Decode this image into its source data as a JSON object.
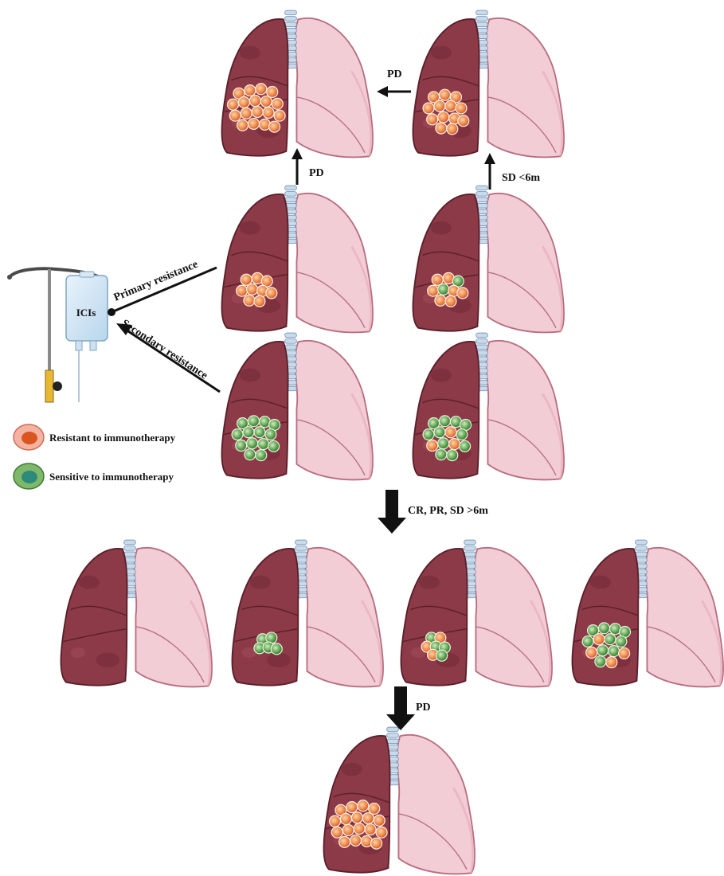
{
  "labels": {
    "pd_top": "PD",
    "pd_left": "PD",
    "sd_short": "SD <6m",
    "response": "CR, PR, SD >6m",
    "pd_bottom": "PD",
    "primary": "Primary resistance",
    "secondary": "Secondary resistance",
    "icis": "ICIs"
  },
  "legend": {
    "resistant": "Resistant to immunotherapy",
    "sensitive": "Sensitive to immunotherapy"
  },
  "colors": {
    "right_lung": "#8c3a47",
    "right_lung_dark": "#6e2633",
    "left_lung": "#f2cdd6",
    "left_lung_edge": "#b86e80",
    "trachea": "#b9cfe4",
    "resistant_cell": "#e36a30",
    "sensitive_cell": "#3f8a38",
    "arrow": "#111111"
  }
}
